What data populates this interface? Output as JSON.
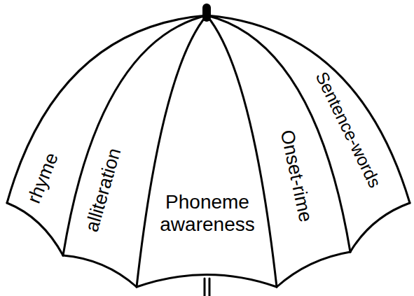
{
  "diagram": {
    "nodes": [
      {
        "text": [
          "rhyme"
        ]
      },
      {
        "text": [
          "alliteration"
        ]
      },
      {
        "text": [
          "Phoneme awareness"
        ]
      },
      {
        "text": [
          "Onset-rime"
        ]
      },
      {
        "text": [
          "Sentence-words"
        ]
      }
    ]
  }
}
